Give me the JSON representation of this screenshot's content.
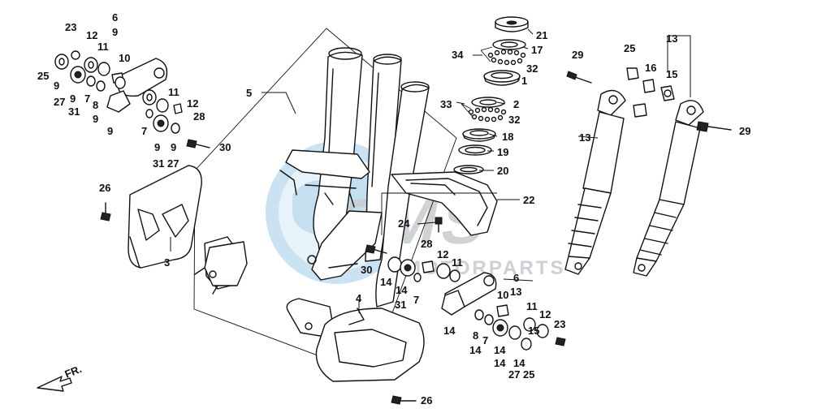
{
  "watermark": {
    "brand": "CMS",
    "tagline": "MOTORPARTS",
    "colors": {
      "globe": "#9fcbe8",
      "text": "#c8ccd0"
    }
  },
  "direction_label": "FR.",
  "callouts": [
    "1",
    "2",
    "3",
    "4",
    "5",
    "6",
    "6",
    "7",
    "7",
    "7",
    "7",
    "8",
    "8",
    "9",
    "9",
    "9",
    "9",
    "9",
    "9",
    "9",
    "10",
    "10",
    "11",
    "11",
    "11",
    "11",
    "12",
    "12",
    "12",
    "12",
    "13",
    "13",
    "13",
    "14",
    "14",
    "14",
    "14",
    "14",
    "14",
    "14",
    "15",
    "15",
    "16",
    "17",
    "18",
    "19",
    "20",
    "21",
    "22",
    "23",
    "23",
    "24",
    "25",
    "25",
    "25",
    "26",
    "26",
    "27",
    "27",
    "27",
    "28",
    "28",
    "29",
    "29",
    "30",
    "30",
    "31",
    "31",
    "31",
    "32",
    "32",
    "33",
    "34"
  ]
}
